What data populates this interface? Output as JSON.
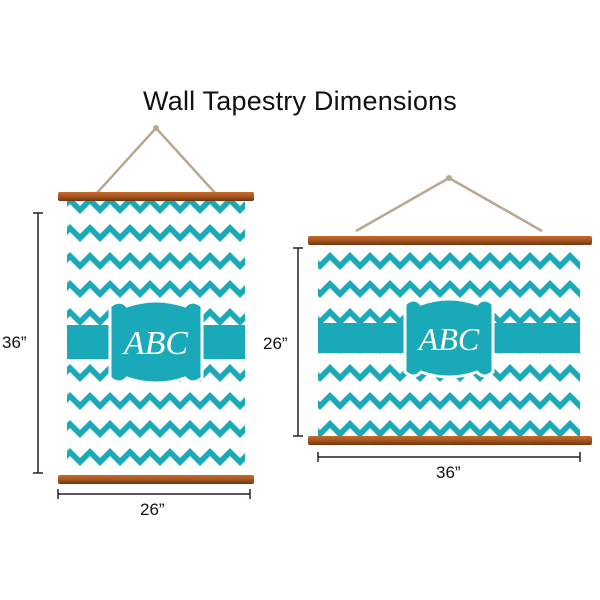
{
  "title": "Wall Tapestry Dimensions",
  "colors": {
    "teal": "#1aa9b8",
    "wood": "#a5551f",
    "wood_dark": "#6e3410",
    "rope": "#b9a88e",
    "dim_line": "#222222"
  },
  "tapestries": [
    {
      "orientation": "portrait",
      "height_label": "36”",
      "width_label": "26”",
      "monogram": "ABC"
    },
    {
      "orientation": "landscape",
      "height_label": "26”",
      "width_label": "36”",
      "monogram": "ABC"
    }
  ]
}
